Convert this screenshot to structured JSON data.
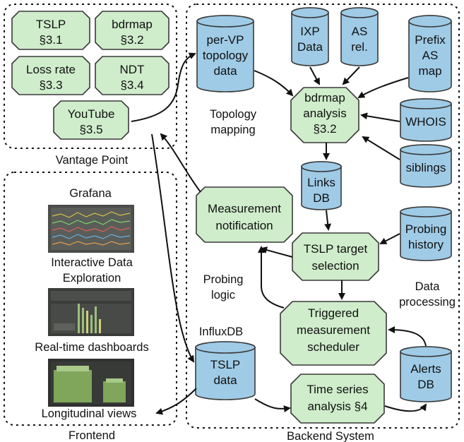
{
  "groups": {
    "vantage_point": "Vantage Point",
    "frontend": "Frontend",
    "backend": "Backend System"
  },
  "vantage_nodes": {
    "tslp": [
      "TSLP",
      "§3.1"
    ],
    "bdrmap": [
      "bdrmap",
      "§3.2"
    ],
    "loss_rate": [
      "Loss rate",
      "§3.3"
    ],
    "ndt": [
      "NDT",
      "§3.4"
    ],
    "youtube": [
      "YouTube",
      "§3.5"
    ]
  },
  "frontend": {
    "grafana": "Grafana",
    "caption_interactive_1": "Interactive Data",
    "caption_interactive_2": "Exploration",
    "caption_realtime": "Real-time dashboards",
    "caption_longitudinal": "Longitudinal views"
  },
  "backend_nodes": {
    "per_vp_topology": [
      "per-VP",
      "topology",
      "data"
    ],
    "ixp_data": [
      "IXP",
      "Data"
    ],
    "as_rel": [
      "AS",
      "rel."
    ],
    "prefix_as_map": [
      "Prefix",
      "AS",
      "map"
    ],
    "bdrmap_analysis": [
      "bdrmap",
      "analysis",
      "§3.2"
    ],
    "whois": [
      "WHOIS"
    ],
    "siblings": [
      "siblings"
    ],
    "links_db": [
      "Links",
      "DB"
    ],
    "measurement_notification": [
      "Measurement",
      "notification"
    ],
    "probing_history": [
      "Probing",
      "history"
    ],
    "tslp_target_selection": [
      "TSLP target",
      "selection"
    ],
    "triggered_scheduler": [
      "Triggered",
      "measurement",
      "scheduler"
    ],
    "alerts_db": [
      "Alerts",
      "DB"
    ],
    "tslp_data": [
      "TSLP",
      "data"
    ],
    "time_series_analysis": [
      "Time series",
      "analysis §4"
    ]
  },
  "annotations": {
    "topology_mapping": [
      "Topology",
      "mapping"
    ],
    "probing_logic": [
      "Probing",
      "logic"
    ],
    "data_processing": [
      "Data",
      "processing"
    ],
    "influxdb": "InfluxDB"
  },
  "colors": {
    "process_fill": "#cfeccb",
    "database_fill": "#9fcbe6",
    "outline": "#3a3a3a"
  }
}
